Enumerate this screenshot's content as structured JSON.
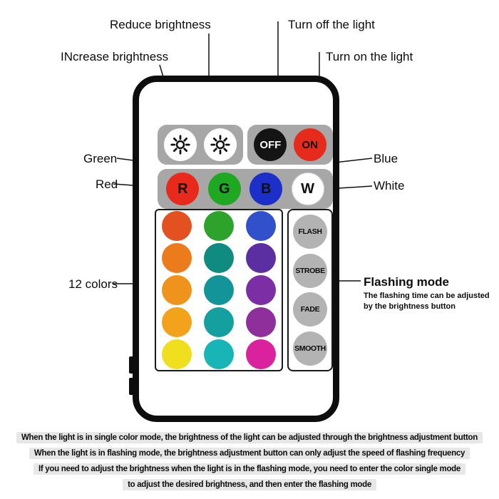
{
  "annotations": {
    "reduce_brightness": "Reduce brightness",
    "increase_brightness": "INcrease brightness",
    "turn_off": "Turn off the light",
    "turn_on": "Turn on the light",
    "green": "Green",
    "blue": "Blue",
    "red": "Red",
    "white": "White",
    "twelve_colors": "12 colors",
    "flashing_mode": "Flashing mode",
    "flashing_sub1": "The flashing time can be adjusted",
    "flashing_sub2": "by the brightness button"
  },
  "icons": {
    "brightness_up": "sun-icon",
    "brightness_down": "sun-icon"
  },
  "remote": {
    "power": {
      "off_label": "OFF",
      "on_label": "ON",
      "off_bg": "#141414",
      "on_bg": "#e62a1c"
    },
    "rgbw": [
      {
        "label": "R",
        "color": "#e8291c"
      },
      {
        "label": "G",
        "color": "#1fa821"
      },
      {
        "label": "B",
        "color": "#1c2fc9"
      },
      {
        "label": "W",
        "color": "#ffffff"
      }
    ],
    "grid_colors": [
      "#e2511f",
      "#2da32c",
      "#3051cb",
      "#ec7b1c",
      "#0f8b80",
      "#5b2ea1",
      "#f0931c",
      "#129499",
      "#7c2fa5",
      "#f2a31b",
      "#14a09f",
      "#8e2f9c",
      "#f0df1e",
      "#18b4b6",
      "#da219e"
    ],
    "mode_buttons": [
      "FLASH",
      "STROBE",
      "FADE",
      "SMOOTH"
    ]
  },
  "notes": [
    "When the light is in single color mode, the brightness of the light can be adjusted through the brightness adjustment button",
    "When the light is in flashing mode, the brightness adjustment button can only adjust the speed of flashing frequency",
    "If you need to adjust the brightness when the light is in the flashing mode, you need to enter the color single mode",
    "to adjust the desired brightness, and then enter the flashing mode"
  ]
}
